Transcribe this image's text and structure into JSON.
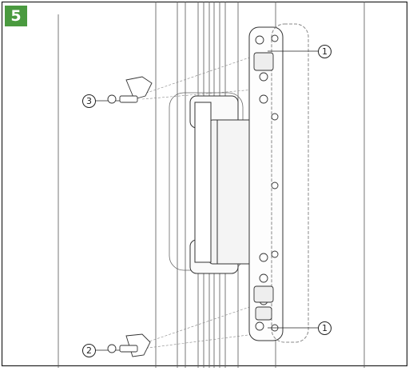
{
  "step": {
    "number": "5",
    "color": "#4a9a3f"
  },
  "callouts": {
    "top": "1",
    "bottom": "1",
    "screw_lower": "2",
    "screw_upper": "3"
  }
}
